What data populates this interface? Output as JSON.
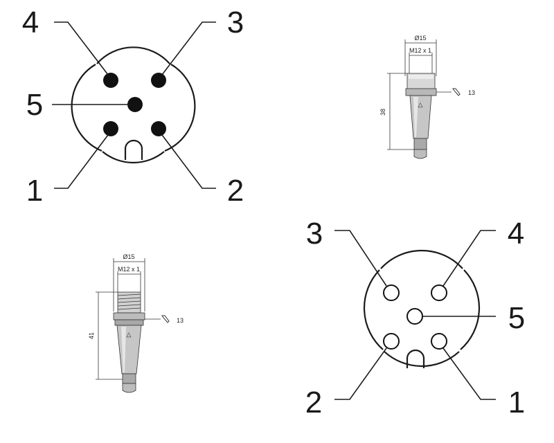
{
  "female_face": {
    "pins": [
      {
        "number": "4"
      },
      {
        "number": "3"
      },
      {
        "number": "5"
      },
      {
        "number": "1"
      },
      {
        "number": "2"
      }
    ]
  },
  "male_face": {
    "pins": [
      {
        "number": "3"
      },
      {
        "number": "4"
      },
      {
        "number": "5"
      },
      {
        "number": "2"
      },
      {
        "number": "1"
      }
    ]
  },
  "female_connector_drawing": {
    "outer_diameter": "Ø15",
    "thread": "M12 x 1",
    "length": "38",
    "wrench_size": "13",
    "warning_mark": "△"
  },
  "male_connector_drawing": {
    "outer_diameter": "Ø15",
    "thread": "M12 x 1",
    "length": "41",
    "wrench_size": "13",
    "warning_mark": "△"
  }
}
